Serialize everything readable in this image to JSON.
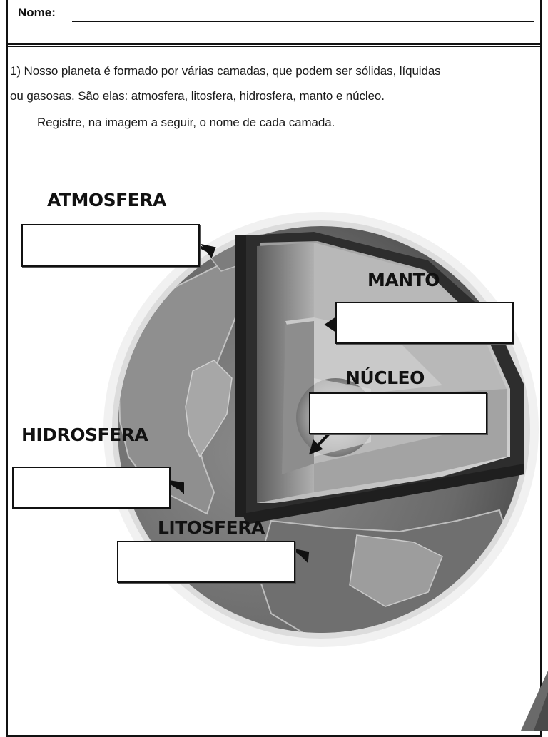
{
  "header": {
    "name_label": "Nome: "
  },
  "question": {
    "line1": "1) Nosso planeta é formado por várias camadas, que podem ser sólidas, líquidas",
    "line2": "ou gasosas. São elas: atmosfera, litosfera, hidrosfera, manto e núcleo.",
    "instruction": "Registre, na imagem a seguir, o nome de cada camada."
  },
  "labels": {
    "atmosfera": "ATMOSFERA",
    "manto": "MANTO",
    "nucleo": "NÚCLEO",
    "hidrosfera": "HIDROSFERA",
    "litosfera": "LITOSFERA"
  },
  "answer_boxes": {
    "atmosfera": "",
    "manto": "",
    "nucleo": "",
    "hidrosfera": "",
    "litosfera": ""
  },
  "colors": {
    "ink": "#111111",
    "globe_dark": "#3a3a3a",
    "globe_mid": "#7a7a7a",
    "globe_light": "#c8c8c8"
  }
}
